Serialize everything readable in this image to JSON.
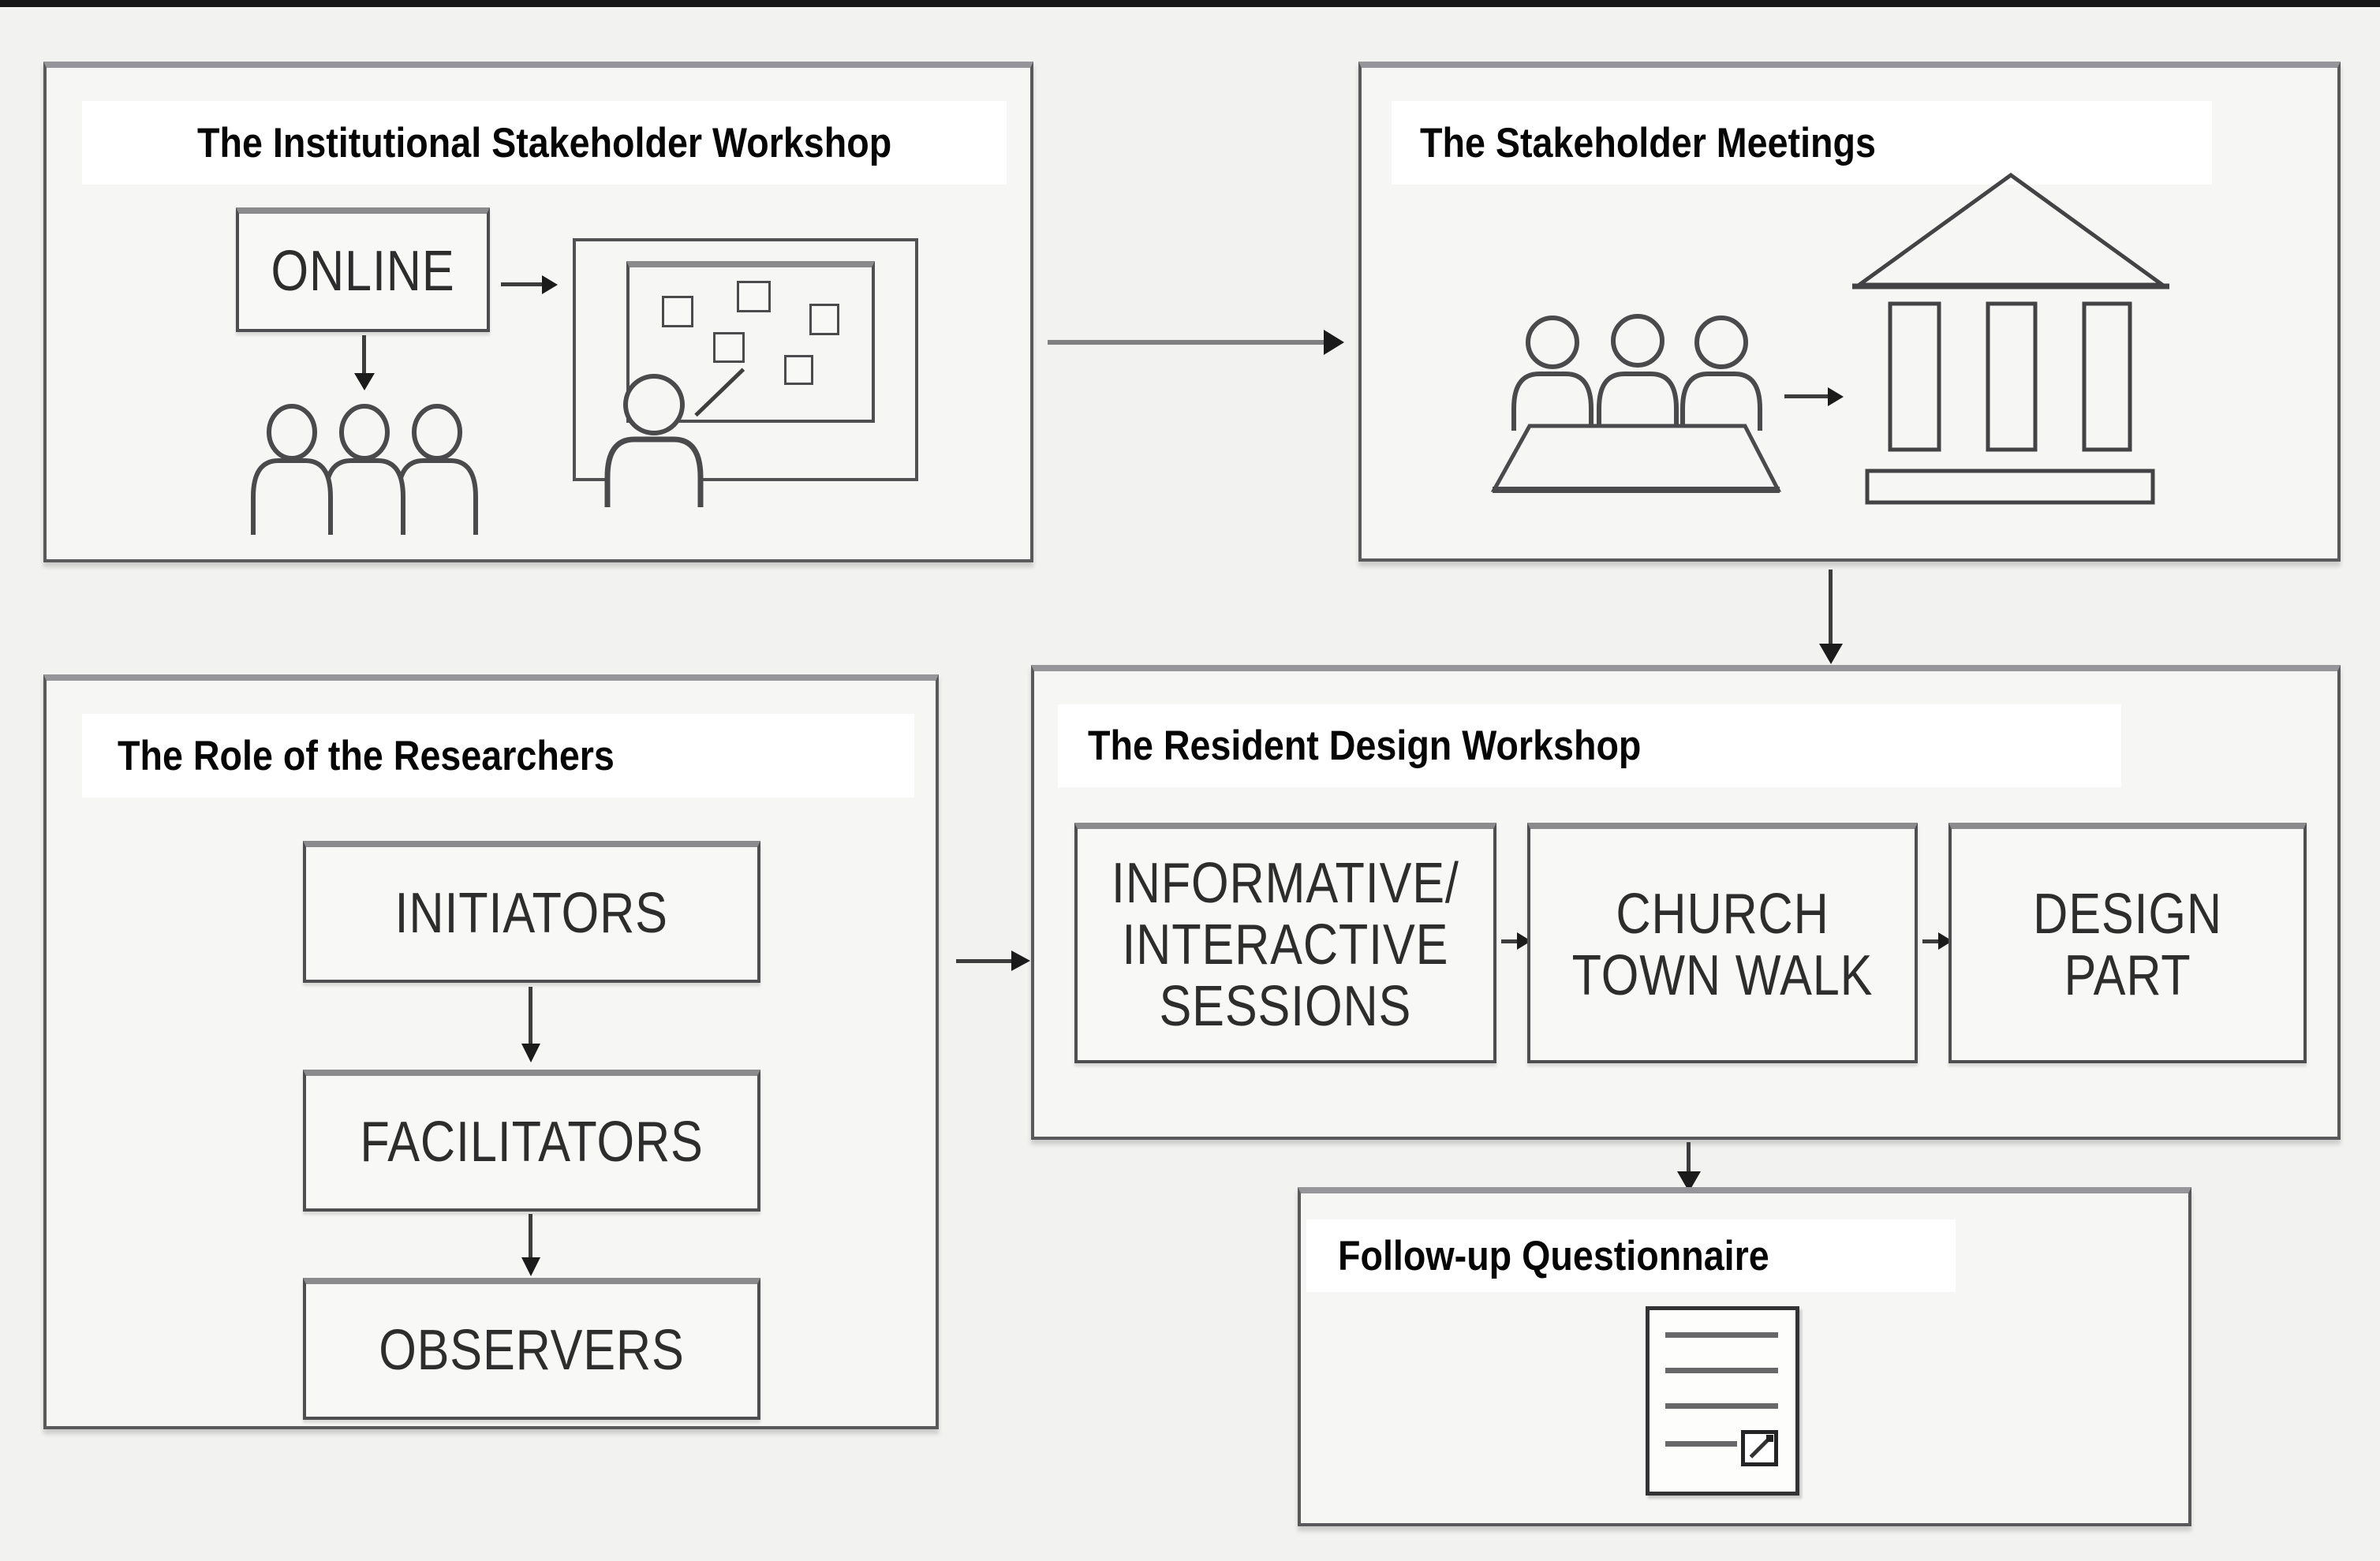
{
  "page": {
    "background": "#f2f2f0"
  },
  "colors": {
    "panel_border": "#59595b",
    "panel_border_top": "#96969a",
    "title_band": "#ffffff",
    "icon_stroke": "#4a4a4c",
    "arrow_dark": "#1b1b1b",
    "arrow_gray": "#7f7f81"
  },
  "panels": {
    "institutional_workshop": {
      "title": "The Institutional Stakeholder Workshop",
      "online_label": "ONLINE",
      "icons": [
        "audience-people-icon",
        "workshop-whiteboard-icon",
        "presenter-icon"
      ]
    },
    "stakeholder_meetings": {
      "title": "The Stakeholder Meetings",
      "icons": [
        "meeting-table-people-icon",
        "institution-building-icon"
      ]
    },
    "researchers_roles": {
      "title": "The Role of the Researchers",
      "roles": [
        "INITIATORS",
        "FACILITATORS",
        "OBSERVERS"
      ]
    },
    "resident_workshop": {
      "title": "The Resident Design Workshop",
      "steps": [
        {
          "lines": [
            "INFORMATIVE/",
            "INTERACTIVE",
            "SESSIONS"
          ]
        },
        {
          "lines": [
            "CHURCH",
            "TOWN WALK"
          ]
        },
        {
          "lines": [
            "DESIGN",
            "PART"
          ]
        }
      ]
    },
    "followup_questionnaire": {
      "title": "Follow-up Questionnaire",
      "icons": [
        "questionnaire-document-icon",
        "checkbox-icon"
      ]
    }
  }
}
